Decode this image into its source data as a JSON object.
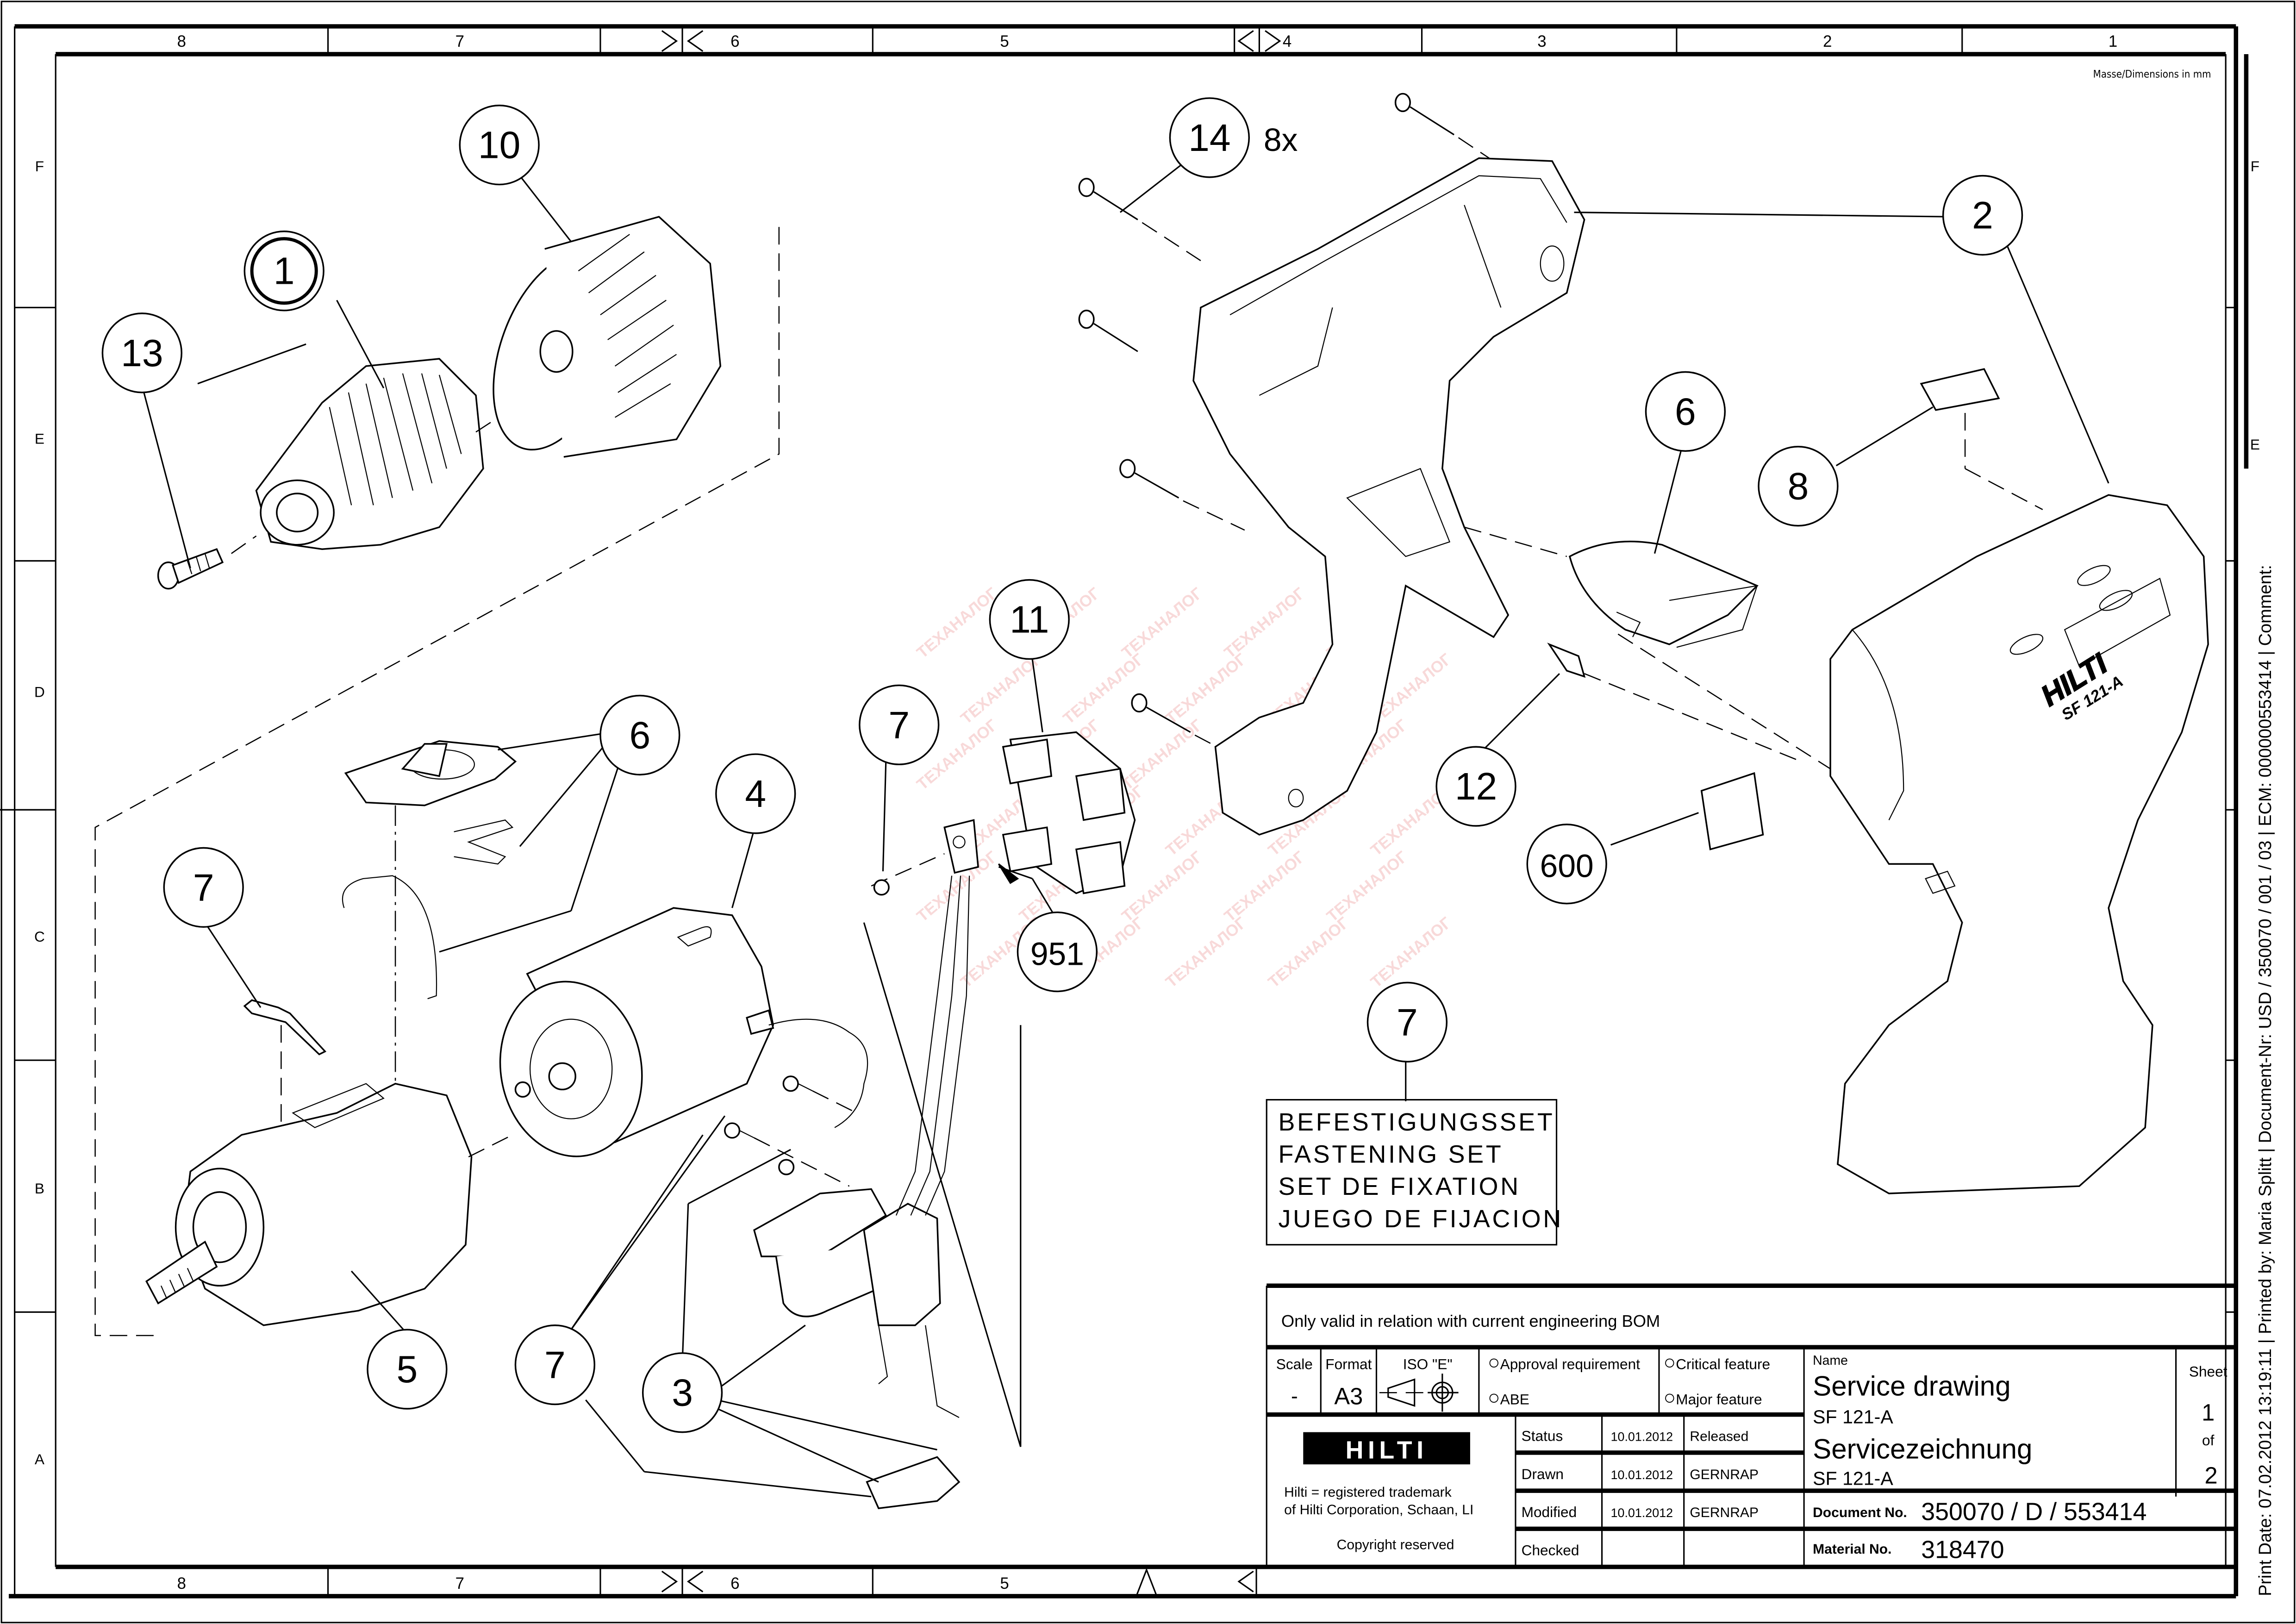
{
  "sheet": {
    "dimensions_note": "Masse/Dimensions in mm",
    "column_zones": [
      "8",
      "7",
      "6",
      "5",
      "4",
      "3",
      "2",
      "1"
    ],
    "row_zones": [
      "F",
      "E",
      "D",
      "C",
      "B",
      "A"
    ]
  },
  "callouts": [
    {
      "id": "1",
      "label": "1",
      "emphasized": true
    },
    {
      "id": "10",
      "label": "10"
    },
    {
      "id": "13",
      "label": "13"
    },
    {
      "id": "14",
      "label": "14",
      "qty": "8x"
    },
    {
      "id": "2",
      "label": "2"
    },
    {
      "id": "6a",
      "label": "6"
    },
    {
      "id": "8",
      "label": "8"
    },
    {
      "id": "11",
      "label": "11"
    },
    {
      "id": "7a",
      "label": "7"
    },
    {
      "id": "12",
      "label": "12"
    },
    {
      "id": "6b",
      "label": "6"
    },
    {
      "id": "4",
      "label": "4"
    },
    {
      "id": "600",
      "label": "600"
    },
    {
      "id": "7b",
      "label": "7"
    },
    {
      "id": "951",
      "label": "951"
    },
    {
      "id": "7c",
      "label": "7"
    },
    {
      "id": "5",
      "label": "5"
    },
    {
      "id": "7d",
      "label": "7"
    },
    {
      "id": "3",
      "label": "3"
    }
  ],
  "fastening_set": {
    "callout": "7",
    "lines": [
      "BEFESTIGUNGSSET",
      "FASTENING SET",
      "SET DE FIXATION",
      "JUEGO DE FIJACION"
    ]
  },
  "housing_marking": {
    "brand": "HILTI",
    "model": "SF 121-A"
  },
  "watermark": {
    "text": "ТЕХАНАЛОГ",
    "color": "#e05555"
  },
  "title_block": {
    "validity_note": "Only valid in relation with current engineering BOM",
    "scale_label": "Scale",
    "scale_value": "-",
    "format_label": "Format",
    "format_value": "A3",
    "projection_label": "ISO \"E\"",
    "approval_requirement": "Approval requirement",
    "abe": "ABE",
    "critical_feature": "Critical feature",
    "major_feature": "Major feature",
    "name_label": "Name",
    "title_en": "Service drawing",
    "model_en": "SF 121-A",
    "title_de": "Servicezeichnung",
    "model_de": "SF 121-A",
    "sheet_label": "Sheet",
    "sheet_num": "1",
    "sheet_of": "of",
    "sheet_total": "2",
    "logo": "HILTI",
    "trademark_line1": "Hilti = registered trademark",
    "trademark_line2": "of Hilti Corporation, Schaan, LI",
    "copyright": "Copyright reserved",
    "rows": [
      {
        "label": "Status",
        "date": "10.01.2012",
        "value": "Released"
      },
      {
        "label": "Drawn",
        "date": "10.01.2012",
        "value": "GERNRAP"
      },
      {
        "label": "Modified",
        "date": "10.01.2012",
        "value": "GERNRAP"
      },
      {
        "label": "Checked",
        "date": "",
        "value": ""
      }
    ],
    "document_no_label": "Document No.",
    "document_no": "350070 / D / 553414",
    "material_no_label": "Material No.",
    "material_no": "318470"
  },
  "print_stamp": "Print Date: 07.02.2012 13:19:11 | Printed by: Maria Splitt | Document-Nr: USD / 350070 / 001 / 03 | ECM: 000000553414 | Comment:"
}
